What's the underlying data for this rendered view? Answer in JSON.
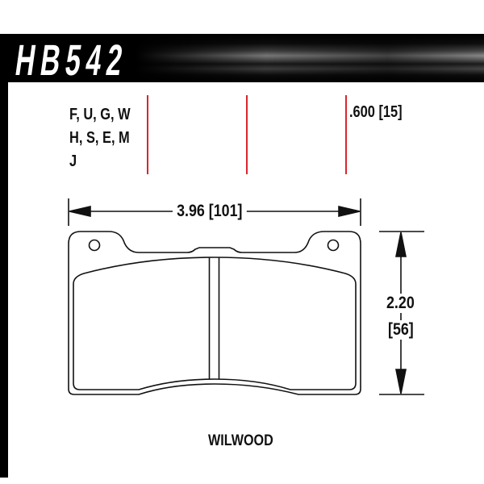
{
  "part_number": "HB542",
  "compounds": [
    "F, U, G, W",
    "H, S, E, M",
    "J"
  ],
  "thickness": ".600 [15]",
  "width_dimension": "3.96 [101]",
  "height_dimension": {
    "inches": "2.20",
    "mm": "[56]"
  },
  "application": "WILWOOD",
  "colors": {
    "accent_lines": "#d9262e",
    "band": "#000000"
  }
}
